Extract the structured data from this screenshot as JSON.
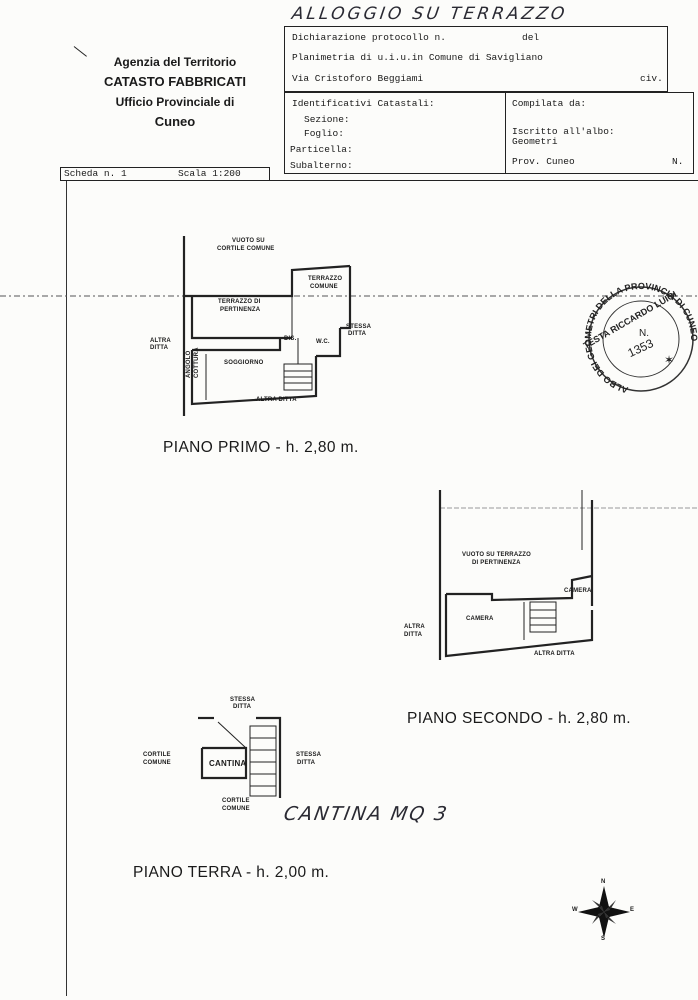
{
  "handwritten_title": "ALLOGGIO SU TERRAZZO",
  "agency": {
    "line1": "Agenzia del Territorio",
    "line2": "CATASTO FABBRICATI",
    "line3": "Ufficio Provinciale di",
    "line4": "Cuneo"
  },
  "header": {
    "dichiarazione": "Dichiarazione protocollo n.",
    "del": "del",
    "planimetria": "Planimetria di u.i.u.in Comune di Savigliano",
    "via": "Via Cristoforo Beggiami",
    "civ": "civ.",
    "identificativi": "Identificativi Catastali:",
    "sezione": "Sezione:",
    "foglio": "Foglio:",
    "particella": "Particella:",
    "subalterno": "Subalterno:",
    "compilata": "Compilata da:",
    "iscritto": "Iscritto all'albo:",
    "geometri": "Geometri",
    "prov": "Prov. Cuneo",
    "n": "N."
  },
  "scheda": {
    "scheda": "Scheda n. 1",
    "scala": "Scala 1:200"
  },
  "stamp": {
    "ring_text": "ALBO DEI GEOMETRI DELLA PROVINCIA DI CUNEO",
    "name": "TESTA RICCARDO LUIGI",
    "n_label": "N.",
    "number": "1353"
  },
  "floors": {
    "primo": {
      "title": "PIANO PRIMO - h. 2,80 m.",
      "labels": {
        "vuoto": "VUOTO SU",
        "cortile": "CORTILE COMUNE",
        "terrazzo_comune_1": "TERRAZZO",
        "terrazzo_comune_2": "COMUNE",
        "terrazzo_pert_1": "TERRAZZO DI",
        "terrazzo_pert_2": "PERTINENZA",
        "stessa": "STESSA",
        "ditta": "DITTA",
        "altra": "ALTRA",
        "ditta2": "DITTA",
        "dis": "DIS.",
        "wc": "W.C.",
        "soggiorno": "SOGGIORNO",
        "angolo": "ANGOLO",
        "cottura": "COTTURA",
        "altra_ditta": "ALTRA DITTA"
      }
    },
    "secondo": {
      "title": "PIANO SECONDO - h. 2,80 m.",
      "labels": {
        "vuoto_1": "VUOTO SU TERRAZZO",
        "vuoto_2": "DI PERTINENZA",
        "camera_1": "CAMERA",
        "camera_2": "CAMERA",
        "altra": "ALTRA",
        "ditta": "DITTA",
        "altra_ditta": "ALTRA DITTA"
      }
    },
    "terra": {
      "title": "PIANO TERRA - h. 2,00 m.",
      "labels": {
        "stessa": "STESSA",
        "ditta": "DITTA",
        "cortile_1": "CORTILE",
        "comune_1": "COMUNE",
        "cantina": "CANTINA",
        "stessa_2": "STESSA",
        "ditta_2": "DITTA",
        "cortile_2": "CORTILE",
        "comune_2": "COMUNE"
      }
    }
  },
  "handwritten_note": "CANTINA MQ 3",
  "compass": {
    "n": "N",
    "s": "S",
    "e": "E",
    "w": "W"
  }
}
